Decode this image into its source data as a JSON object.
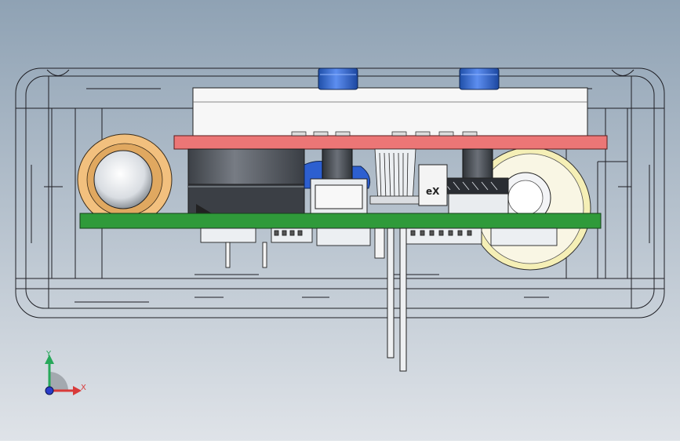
{
  "viewport": {
    "background_top": "#8fa2b4",
    "background_bottom": "#dfe3e8"
  },
  "colors": {
    "enclosure_stroke": "#1e1e24",
    "pcb_green": "#2f9a3a",
    "pcb_red": "#ec7676",
    "knob_blue": "#2f62c8",
    "brass_ring": "#f2c07e",
    "cream_disc": "#f5efb6",
    "dark_cylinder": "#555a60",
    "white_block": "#f7f7f7"
  },
  "triad": {
    "axis_y_label": "Y",
    "axis_x_label": "X",
    "y_color": "#27a85a",
    "x_color": "#d83a3a",
    "z_color": "#2a3cc9"
  },
  "components": {
    "pcb_text": "eX"
  }
}
